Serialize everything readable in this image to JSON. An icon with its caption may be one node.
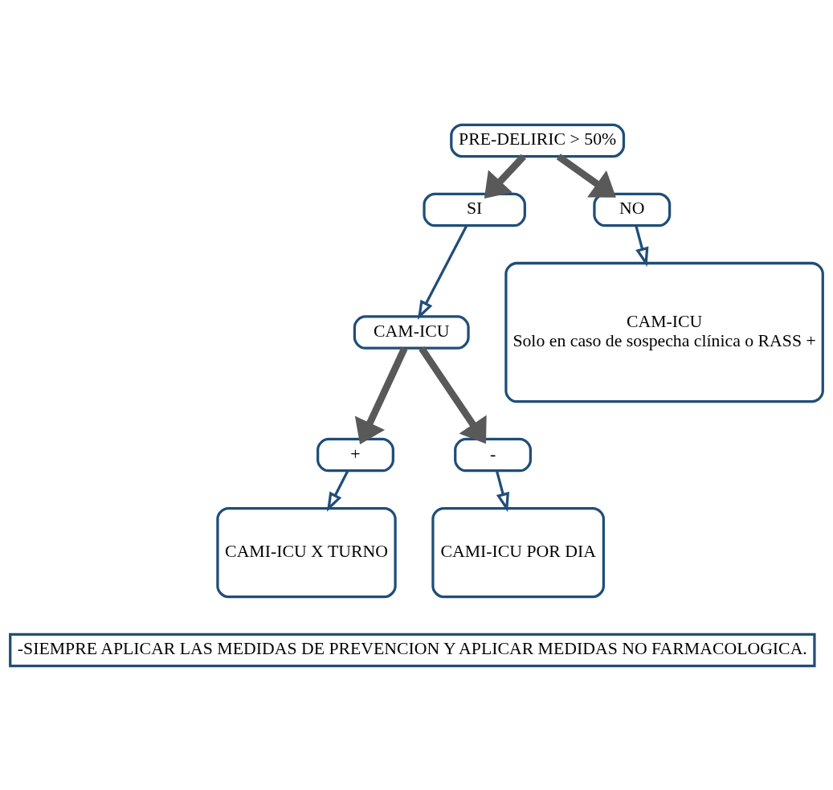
{
  "diagram": {
    "nodes": [
      {
        "text": [
          "PRE-DELIRIC > 50%"
        ]
      },
      {
        "text": [
          "SI"
        ]
      },
      {
        "text": [
          "NO"
        ]
      },
      {
        "text": [
          "CAM-ICU"
        ]
      },
      {
        "text": [
          "CAM-ICU",
          "Solo en caso de sospecha clínica o RASS +"
        ]
      },
      {
        "text": [
          "+"
        ]
      },
      {
        "text": [
          "-"
        ]
      },
      {
        "text": [
          "CAMI-ICU X TURNO"
        ]
      },
      {
        "text": [
          "CAMI-ICU POR DIA"
        ]
      },
      {
        "text": [
          "-SIEMPRE APLICAR LAS MEDIDAS DE PREVENCION Y APLICAR MEDIDAS NO FARMACOLOGICA."
        ]
      }
    ],
    "edges": [
      {
        "from": 0,
        "to": 1,
        "arrow": "to",
        "style": "thick",
        "color": "#595959"
      },
      {
        "from": 0,
        "to": 2,
        "arrow": "to",
        "style": "thick",
        "color": "#595959"
      },
      {
        "from": 1,
        "to": 3,
        "arrow": "to"
      },
      {
        "from": 2,
        "to": 4,
        "arrow": "to"
      },
      {
        "from": 3,
        "to": 5,
        "arrow": "to",
        "style": "thick",
        "color": "#595959"
      },
      {
        "from": 3,
        "to": 6,
        "arrow": "to",
        "style": "thick",
        "color": "#595959"
      },
      {
        "from": 5,
        "to": 7,
        "arrow": "to"
      },
      {
        "from": 6,
        "to": 8,
        "arrow": "to"
      }
    ]
  }
}
